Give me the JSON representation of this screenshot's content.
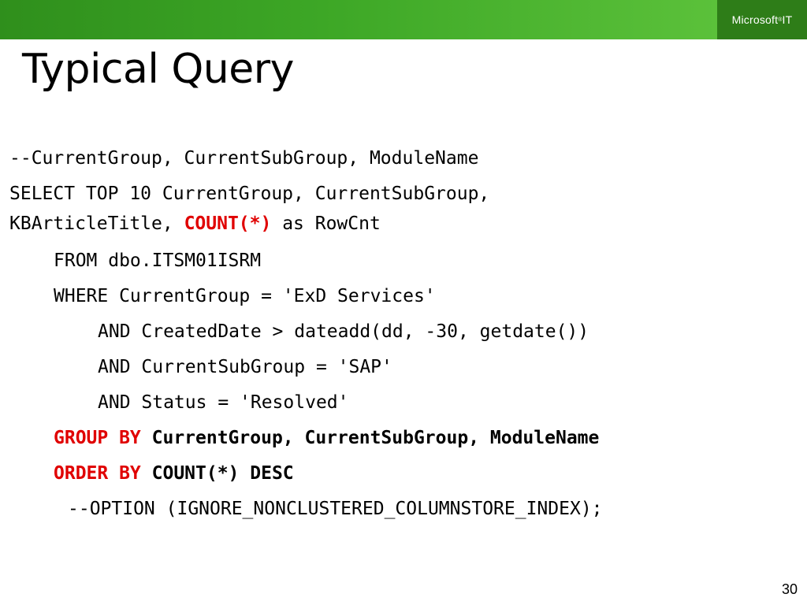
{
  "header": {
    "brand": "Microsoft",
    "brand_mark": "®",
    "brand_suffix": " IT"
  },
  "slide": {
    "title": "Typical Query",
    "page_number": "30"
  },
  "code": {
    "line1": "--CurrentGroup, CurrentSubGroup, ModuleName",
    "line2": "SELECT TOP 10 CurrentGroup, CurrentSubGroup,",
    "line3_a": "KBArticleTitle, ",
    "line3_count": "COUNT(*)",
    "line3_b": " as RowCnt",
    "line4": "FROM dbo.ITSM01ISRM",
    "line5": "WHERE CurrentGroup = 'ExD Services'",
    "line6": "AND CreatedDate > dateadd(dd, -30, getdate())",
    "line7": "AND CurrentSubGroup = 'SAP'",
    "line8": "AND Status = 'Resolved'",
    "line9_kw": "GROUP BY",
    "line9_rest": " CurrentGroup, CurrentSubGroup, ModuleName",
    "line10_kw": "ORDER BY",
    "line10_rest": " COUNT(*) DESC",
    "line11": "--OPTION (IGNORE_NONCLUSTERED_COLUMNSTORE_INDEX);"
  },
  "colors": {
    "header_green": "#3da726",
    "brand_green": "#2e7d18",
    "keyword_red": "#e00000"
  }
}
